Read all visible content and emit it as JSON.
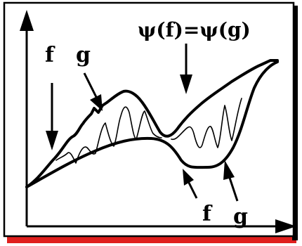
{
  "labels": {
    "formula": "ψ(f)=ψ(g)",
    "f_top": "f",
    "g_top": "g",
    "f_bottom": "f",
    "g_bottom": "g"
  },
  "colors": {
    "ink": "#000000",
    "frame_shadow_red": "#e0201e",
    "background": "#ffffff"
  }
}
